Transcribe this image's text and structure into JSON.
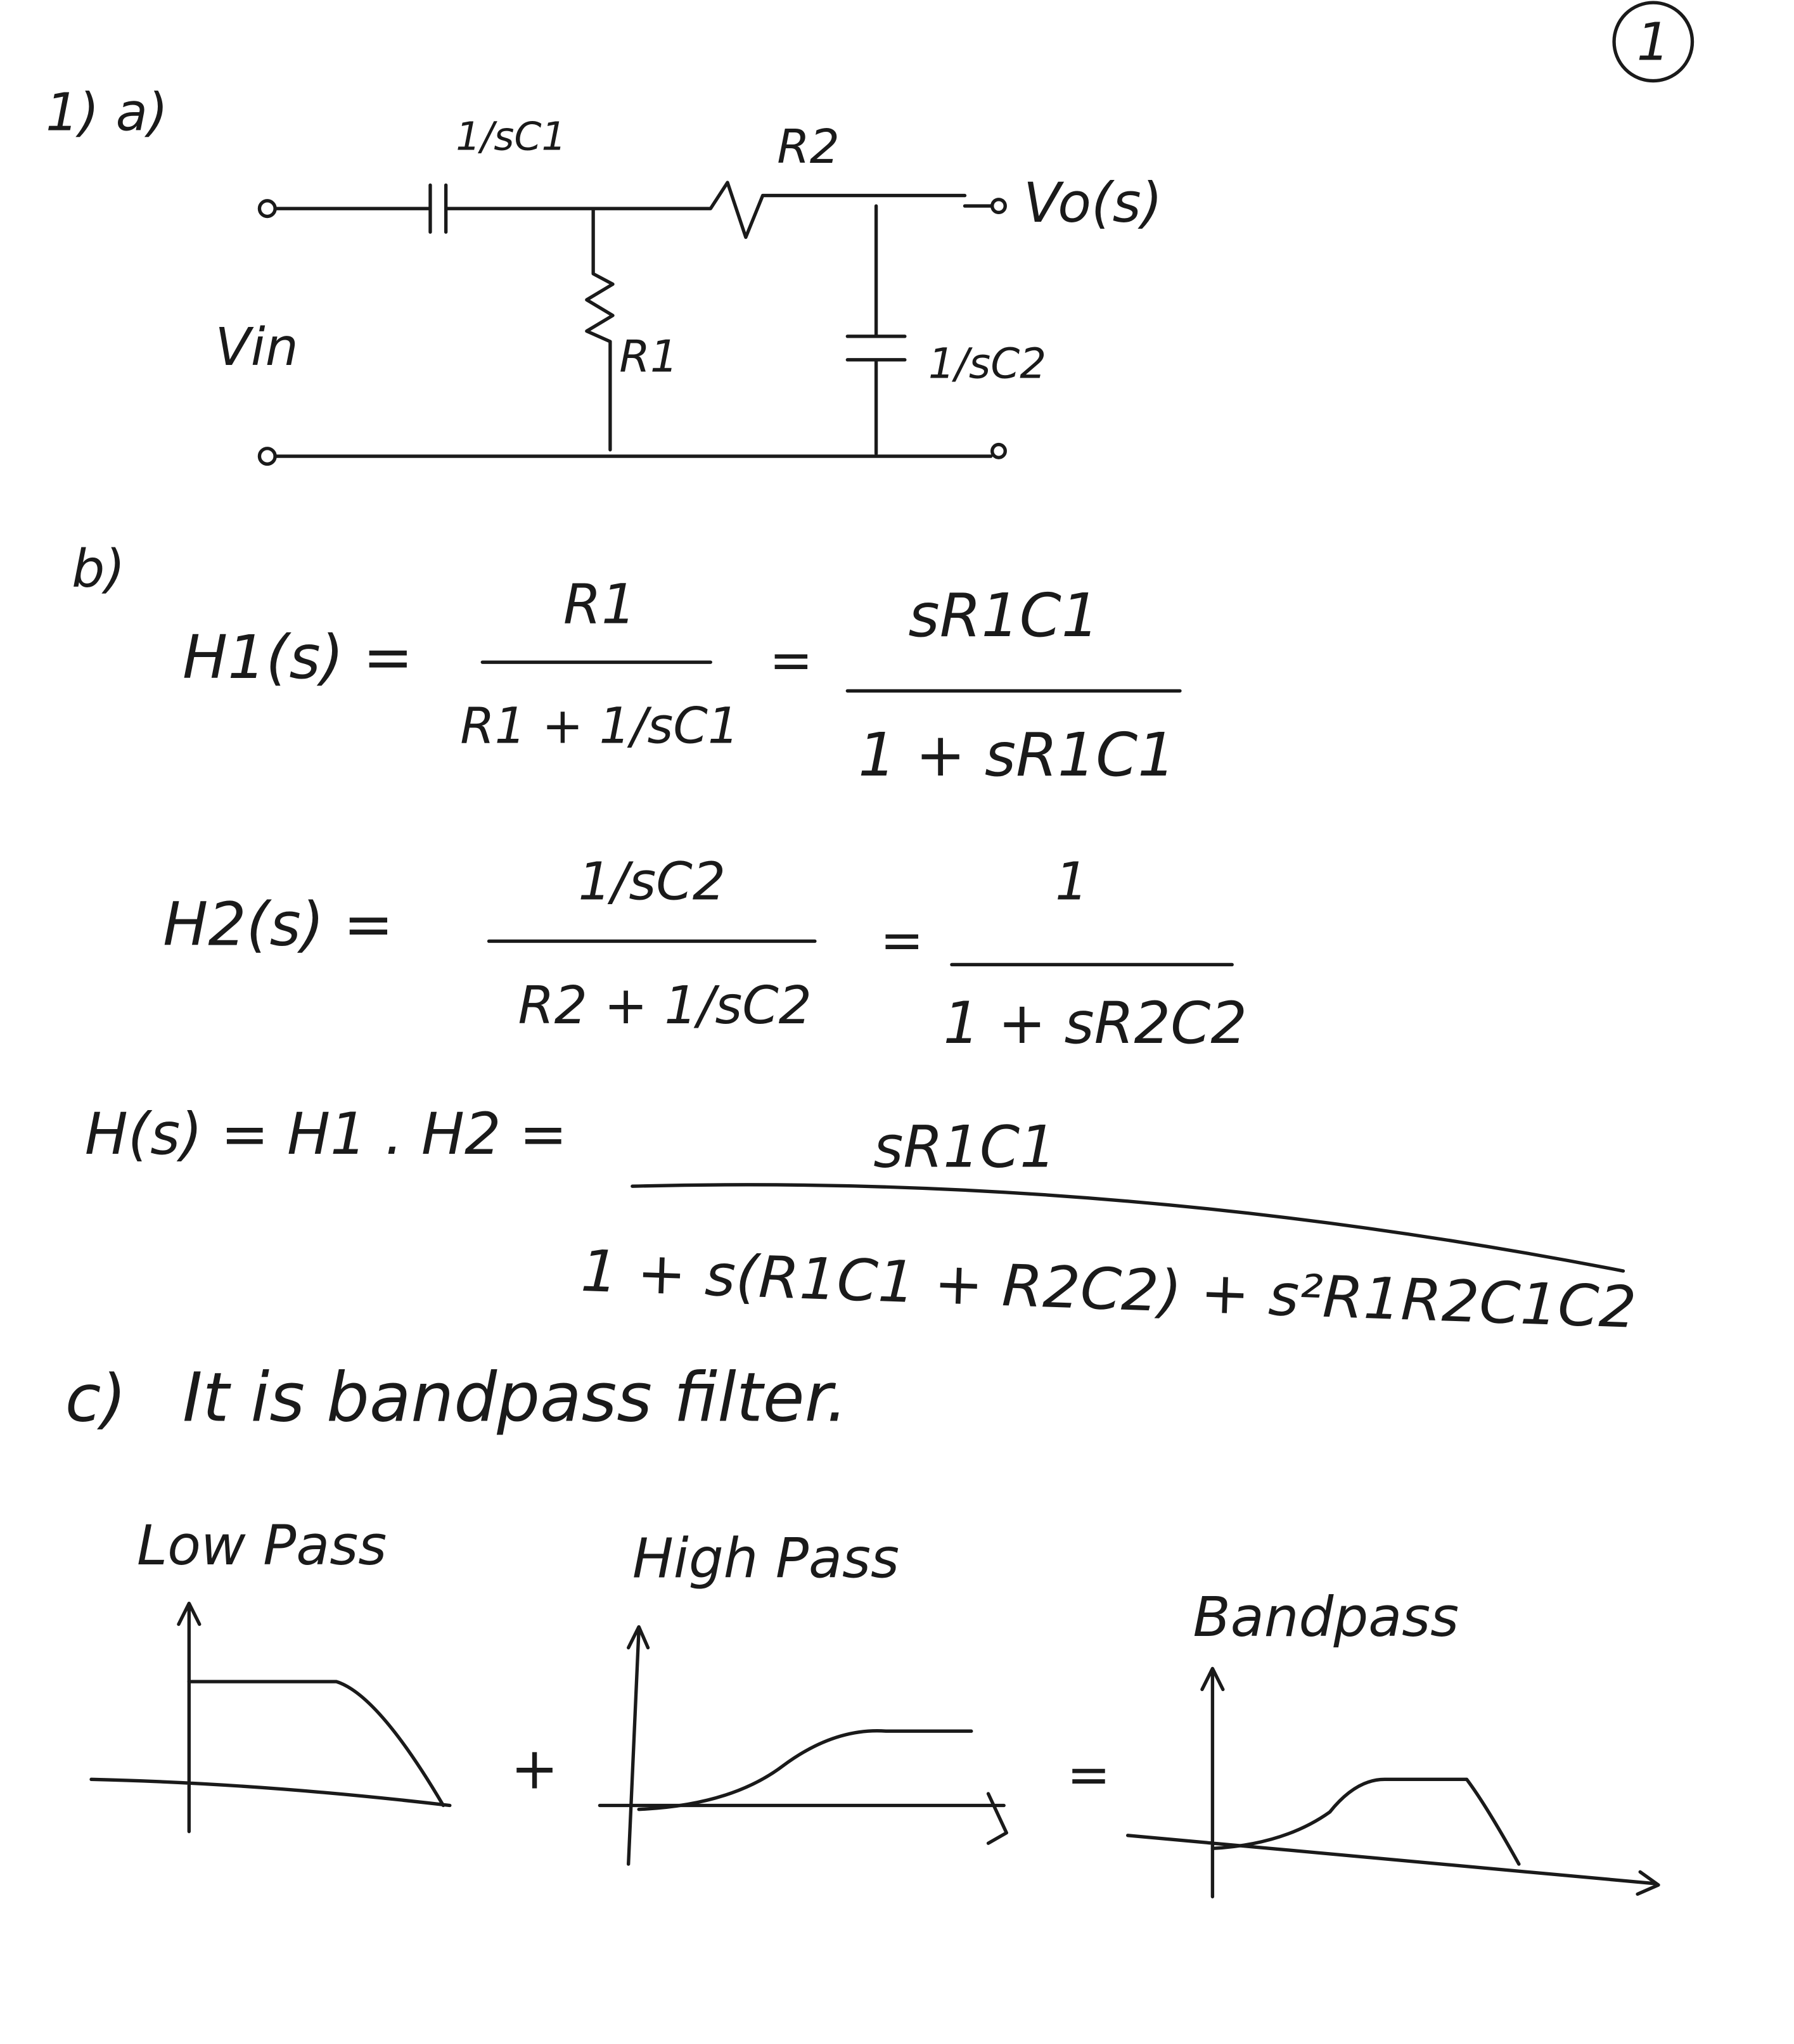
{
  "page_number": "1",
  "part_a": {
    "label": "1) a)",
    "c1_label": "1/sC1",
    "r2_label": "R2",
    "output_label": "Vo(s)",
    "input_label": "Vin",
    "r1_label": "R1",
    "c2_label": "1/sC2"
  },
  "part_b": {
    "label": "b)",
    "h1": {
      "lhs": "H1(s) =",
      "num": "R1",
      "den": "R1 + 1/sC1",
      "eq": "=",
      "num2": "sR1C1",
      "den2": "1 + sR1C1"
    },
    "h2": {
      "lhs": "H2(s) =",
      "num": "1/sC2",
      "den": "R2 + 1/sC2",
      "eq": "=",
      "num2": "1",
      "den2": "1 + sR2C2"
    },
    "h": {
      "lhs": "H(s) = H1 . H2 =",
      "num": "sR1C1",
      "den": "1 + s(R1C1 + R2C2) + s²R1R2C1C2"
    }
  },
  "part_c": {
    "label": "c)",
    "statement": "It is bandpass filter.",
    "low_pass": "Low Pass",
    "high_pass": "High Pass",
    "bandpass": "Bandpass",
    "plus": "+",
    "equals": "="
  }
}
